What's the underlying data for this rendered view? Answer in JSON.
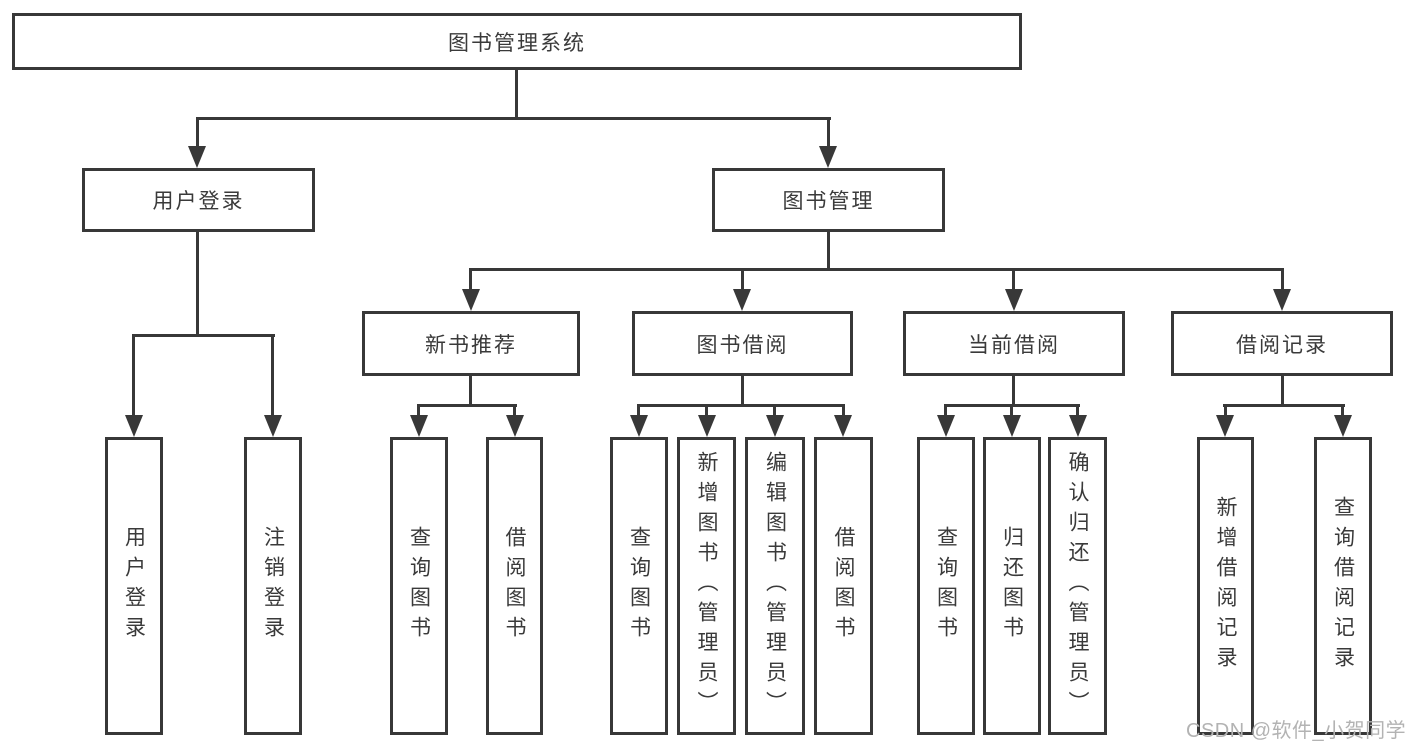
{
  "colors": {
    "line": "#383838",
    "text": "#3a3a3a",
    "background": "#ffffff",
    "watermark": "#b3b3b3"
  },
  "diagram": {
    "root": "图书管理系统",
    "level1": {
      "user_login": "用户登录",
      "book_management": "图书管理"
    },
    "level2": {
      "new_book_recommend": "新书推荐",
      "book_borrowing": "图书借阅",
      "current_borrowing": "当前借阅",
      "borrowing_records": "借阅记录"
    },
    "leaves": {
      "user_login_group": [
        "用户登录",
        "注销登录"
      ],
      "new_book_recommend_group": [
        "查询图书",
        "借阅图书"
      ],
      "book_borrowing_group": [
        "查询图书",
        "新增图书（管理员）",
        "编辑图书（管理员）",
        "借阅图书"
      ],
      "current_borrowing_group": [
        "查询图书",
        "归还图书",
        "确认归还（管理员）"
      ],
      "borrowing_records_group": [
        "新增借阅记录",
        "查询借阅记录"
      ]
    }
  },
  "watermark": "CSDN @软件_小贺同学"
}
